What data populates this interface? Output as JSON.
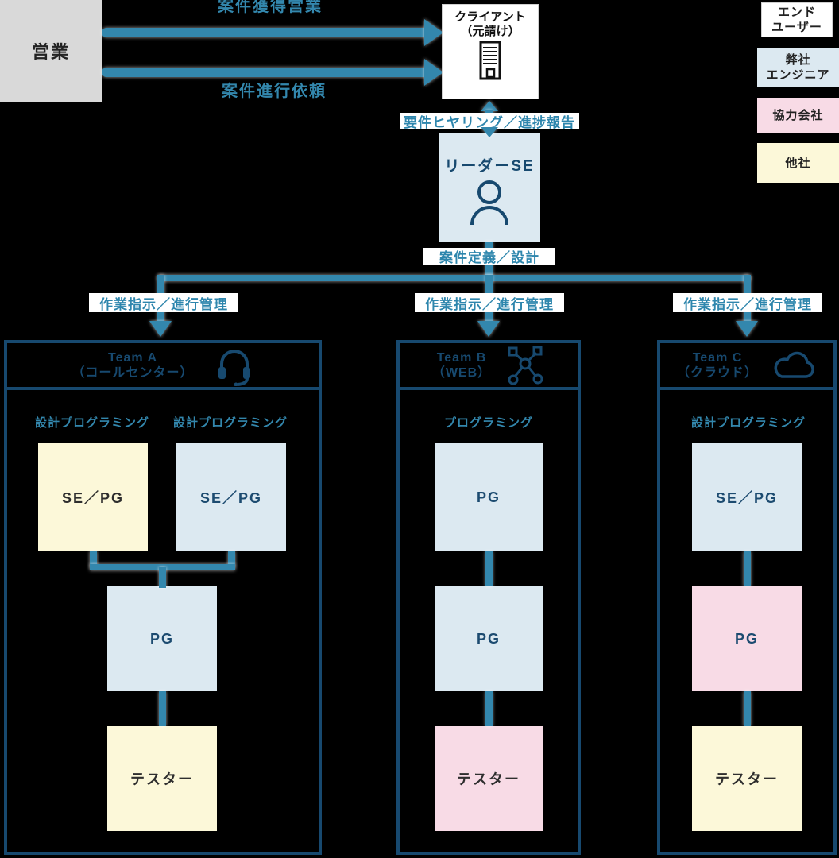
{
  "colors": {
    "teal": "#3387ad",
    "navy": "#17496f",
    "light_blue": "#dce9f1",
    "pink": "#f8dbe6",
    "light_yellow": "#fcf8d9",
    "gray": "#d9d9d9",
    "white": "#ffffff",
    "dark_text": "#2e2e2e",
    "navy_text": "#1c4b70"
  },
  "legend": {
    "items": [
      {
        "line1": "エンド",
        "line2": "ユーザー",
        "color": "#ffffff"
      },
      {
        "line1": "弊社",
        "line2": "エンジニア",
        "color": "#dce9f1"
      },
      {
        "line1": "協力会社",
        "line2": "",
        "color": "#f8dbe6"
      },
      {
        "line1": "他社",
        "line2": "",
        "color": "#fcf8d9"
      }
    ]
  },
  "flow": {
    "sales_label": "営業",
    "arrow_top_label": "案件獲得営業",
    "arrow_bottom_label": "案件進行依頼",
    "client_line1": "クライアント",
    "client_line2": "（元請け）",
    "hearing_label": "要件ヒヤリング／進捗報告",
    "leader_label": "リーダーSE",
    "definition_label": "案件定義／設計",
    "instruction_label_a": "作業指示／進行管理",
    "instruction_label_b": "作業指示／進行管理",
    "instruction_label_c": "作業指示／進行管理"
  },
  "teams": [
    {
      "name": "Team A",
      "subtitle": "（コールセンター）",
      "icon": "headset-icon",
      "work_label_1": "設計プログラミング",
      "work_label_2": "設計プログラミング",
      "members": {
        "top_left": {
          "label": "SE／PG",
          "bg": "#fcf8d9",
          "fg": "#2e2e2e"
        },
        "top_right": {
          "label": "SE／PG",
          "bg": "#dce9f1",
          "fg": "#1c4b70"
        },
        "middle": {
          "label": "PG",
          "bg": "#dce9f1",
          "fg": "#1c4b70"
        },
        "bottom": {
          "label": "テスター",
          "bg": "#fcf8d9",
          "fg": "#2e2e2e"
        }
      }
    },
    {
      "name": "Team B",
      "subtitle": "（WEB）",
      "icon": "network-icon",
      "work_label_1": "プログラミング",
      "members": {
        "top": {
          "label": "PG",
          "bg": "#dce9f1",
          "fg": "#1c4b70"
        },
        "middle": {
          "label": "PG",
          "bg": "#dce9f1",
          "fg": "#1c4b70"
        },
        "bottom": {
          "label": "テスター",
          "bg": "#f8dbe6",
          "fg": "#2e2e2e"
        }
      }
    },
    {
      "name": "Team C",
      "subtitle": "（クラウド）",
      "icon": "cloud-icon",
      "work_label_1": "設計プログラミング",
      "members": {
        "top": {
          "label": "SE／PG",
          "bg": "#dce9f1",
          "fg": "#1c4b70"
        },
        "middle": {
          "label": "PG",
          "bg": "#f8dbe6",
          "fg": "#1c4b70"
        },
        "bottom": {
          "label": "テスター",
          "bg": "#fcf8d9",
          "fg": "#2e2e2e"
        }
      }
    }
  ]
}
